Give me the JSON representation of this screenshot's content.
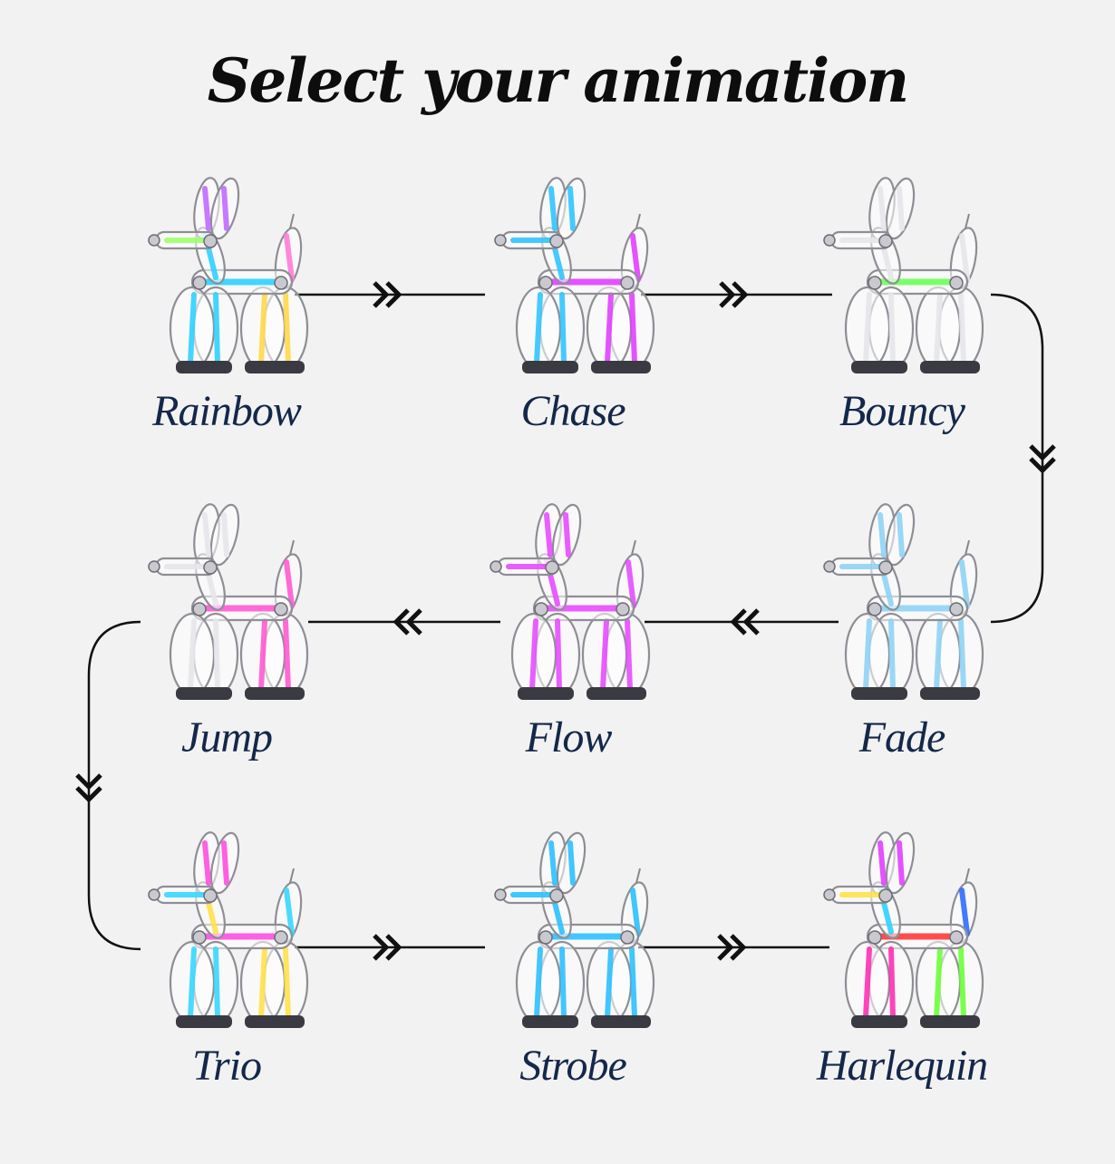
{
  "title": "Select your animation",
  "animations": [
    {
      "label": "Rainbow",
      "colors": {
        "ear": "#c06cff",
        "face": "#9cff6a",
        "neck": "#2fd0ff",
        "body": "#2fd0ff",
        "front_leg": "#2fd0ff",
        "back_leg": "#ffd84a",
        "tail": "#ff7ad8"
      }
    },
    {
      "label": "Chase",
      "colors": {
        "ear": "#31c4ff",
        "face": "#31c4ff",
        "neck": "#31c4ff",
        "body": "#e040ff",
        "front_leg": "#31c4ff",
        "back_leg": "#e040ff",
        "tail": "#e040ff"
      }
    },
    {
      "label": "Bouncy",
      "colors": {
        "ear": "#e6e6ea",
        "face": "#e6e6ea",
        "neck": "#e6e6ea",
        "body": "#6cff5a",
        "front_leg": "#e6e6ea",
        "back_leg": "#e6e6ea",
        "tail": "#e6e6ea"
      }
    },
    {
      "label": "Fade",
      "colors": {
        "ear": "#8fd3f5",
        "face": "#8fd3f5",
        "neck": "#8fd3f5",
        "body": "#8fd3f5",
        "front_leg": "#8fd3f5",
        "back_leg": "#8fd3f5",
        "tail": "#8fd3f5"
      }
    },
    {
      "label": "Flow",
      "colors": {
        "ear": "#e64cff",
        "face": "#e64cff",
        "neck": "#e64cff",
        "body": "#e64cff",
        "front_leg": "#e64cff",
        "back_leg": "#e64cff",
        "tail": "#e64cff"
      }
    },
    {
      "label": "Jump",
      "colors": {
        "ear": "#e6e6ea",
        "face": "#e6e6ea",
        "neck": "#e6e6ea",
        "body": "#ff5ad2",
        "front_leg": "#e6e6ea",
        "back_leg": "#ff5ad2",
        "tail": "#ff5ad2"
      }
    },
    {
      "label": "Trio",
      "colors": {
        "ear": "#ff4fe0",
        "face": "#36d6ff",
        "neck": "#ffe14a",
        "body": "#ff4fe0",
        "front_leg": "#36d6ff",
        "back_leg": "#ffe14a",
        "tail": "#36d6ff"
      }
    },
    {
      "label": "Strobe",
      "colors": {
        "ear": "#2cc0ff",
        "face": "#2cc0ff",
        "neck": "#2cc0ff",
        "body": "#2cc0ff",
        "front_leg": "#2cc0ff",
        "back_leg": "#2cc0ff",
        "tail": "#2cc0ff"
      }
    },
    {
      "label": "Harlequin",
      "colors": {
        "ear": "#e040ff",
        "face": "#ffe14a",
        "neck": "#2fd0ff",
        "body": "#ff3a3a",
        "front_leg": "#ff2fb4",
        "back_leg": "#6cff3a",
        "tail": "#2f6bff"
      }
    }
  ]
}
